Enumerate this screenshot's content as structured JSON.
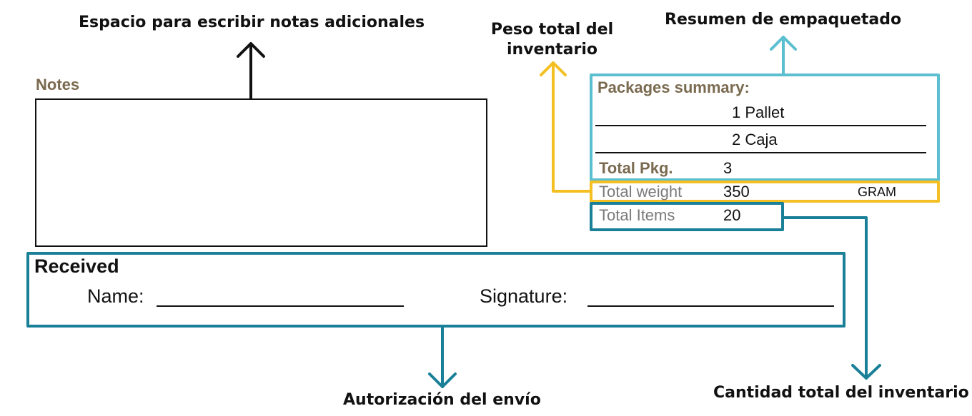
{
  "callouts": {
    "notes": "Espacio para escribir notas adicionales",
    "weight_line1": "Peso total del",
    "weight_line2": "inventario",
    "summary": "Resumen de empaquetado",
    "authorization": "Autorización del envío",
    "items": "Cantidad total del inventario"
  },
  "notes": {
    "label": "Notes"
  },
  "packages": {
    "title": "Packages summary:",
    "rows": [
      {
        "qty": "1",
        "type": "Pallet"
      },
      {
        "qty": "2",
        "type": "Caja"
      }
    ],
    "total_pkg_label": "Total Pkg.",
    "total_pkg_value": "3"
  },
  "weight": {
    "label": "Total weight",
    "value": "350",
    "unit": "GRAM"
  },
  "items": {
    "label": "Total Items",
    "value": "20"
  },
  "received": {
    "title": "Received",
    "name_label": "Name:",
    "signature_label": "Signature:"
  },
  "colors": {
    "teal": "#1a8098",
    "light_blue": "#5bbfd0",
    "yellow": "#f4bf22",
    "black": "#111111",
    "brown_label": "#7a6a4f"
  }
}
